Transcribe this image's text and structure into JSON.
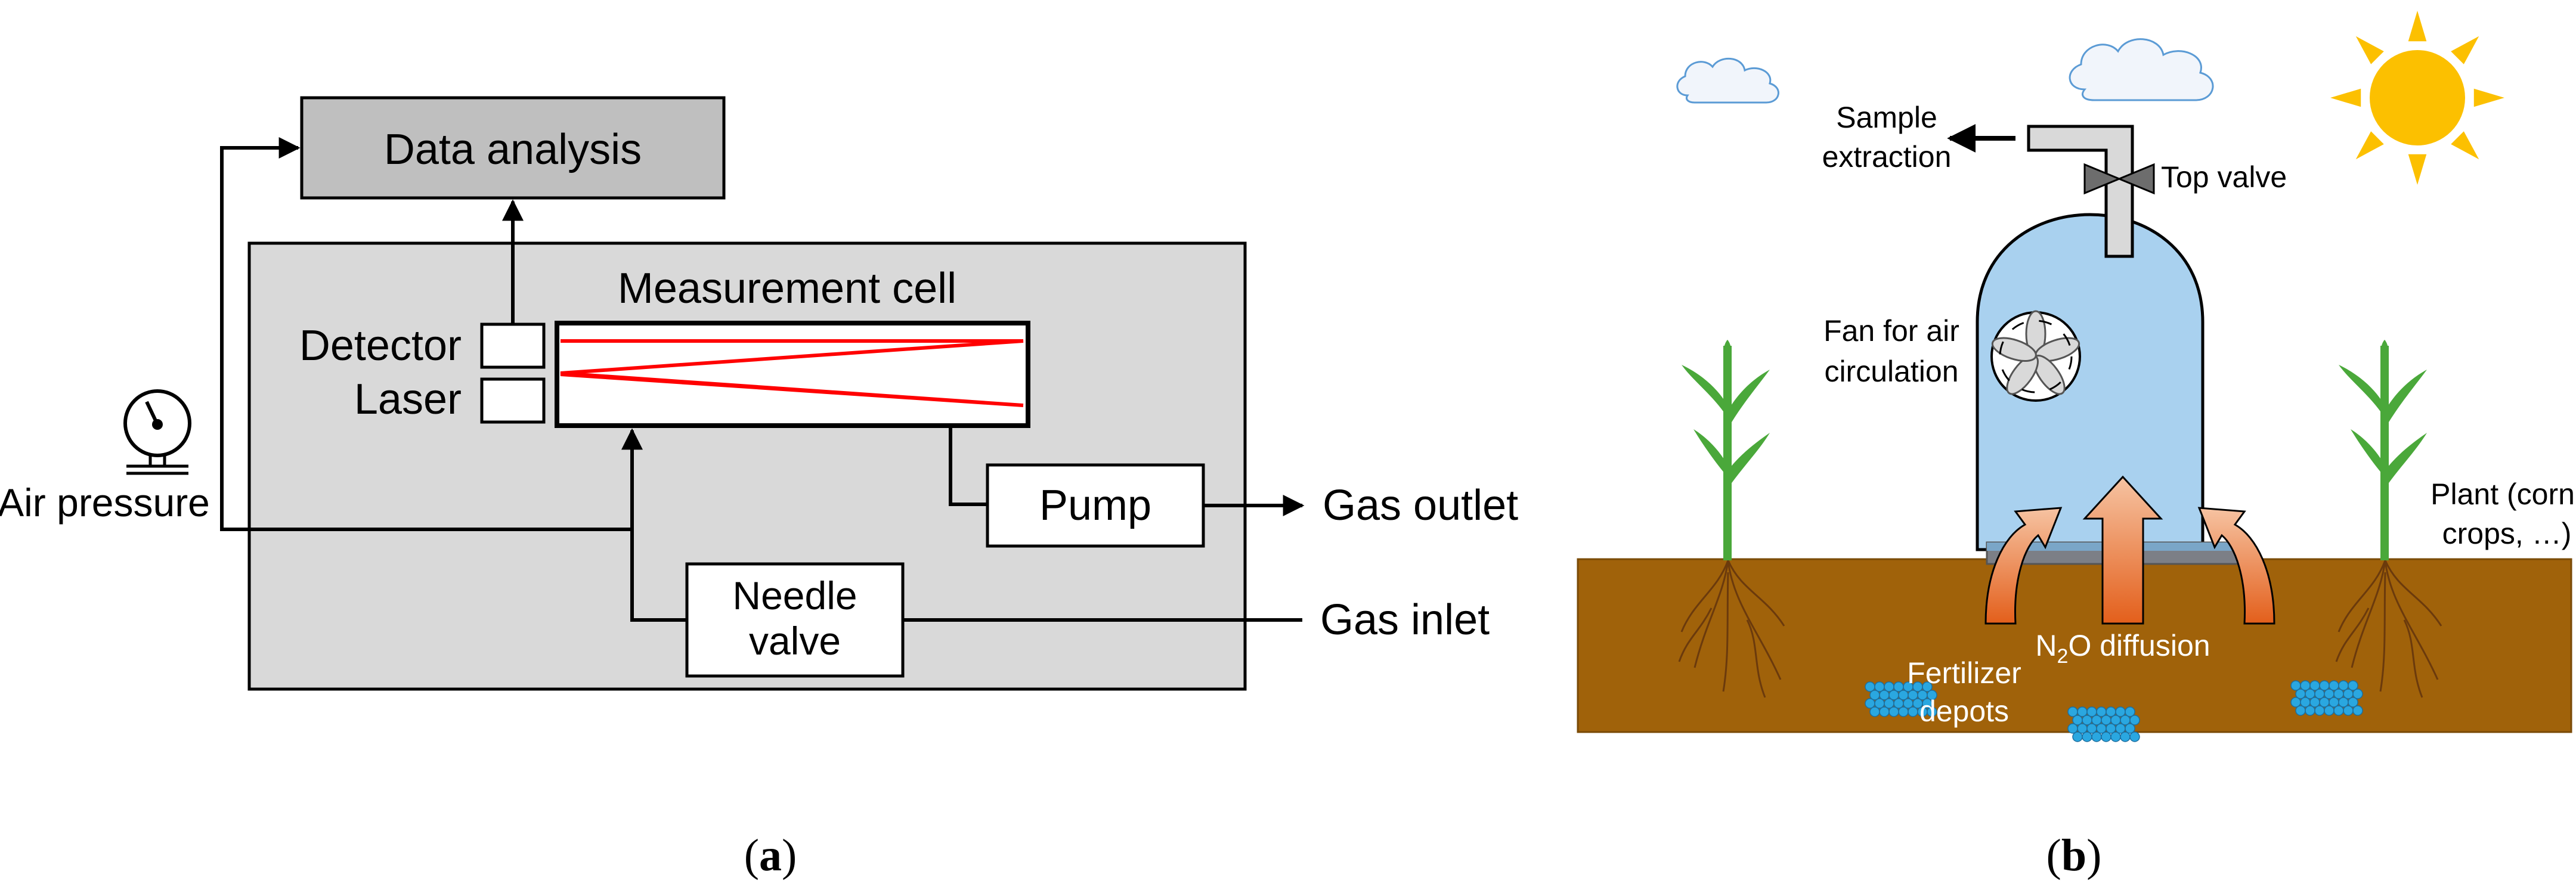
{
  "panel_a": {
    "data_analysis": "Data analysis",
    "measurement_cell": "Measurement cell",
    "detector": "Detector",
    "laser": "Laser",
    "pump": "Pump",
    "gas_outlet": "Gas outlet",
    "needle_valve_line1": "Needle",
    "needle_valve_line2": "valve",
    "gas_inlet": "Gas inlet",
    "air_pressure": "Air pressure",
    "caption_open": "(",
    "caption_letter": "a",
    "caption_close": ")"
  },
  "panel_b": {
    "sample_extraction_line1": "Sample",
    "sample_extraction_line2": "extraction",
    "top_valve": "Top valve",
    "fan_line1": "Fan for air",
    "fan_line2": "circulation",
    "plant_line1": "Plant (corn,",
    "plant_line2": "crops, …)",
    "n2o_prefix": "N",
    "n2o_sub": "2",
    "n2o_suffix": "O diffusion",
    "fertilizer_line1": "Fertilizer",
    "fertilizer_line2": "depots",
    "caption_open": "(",
    "caption_letter": "b",
    "caption_close": ")"
  },
  "colors": {
    "box_fill": "#d9d9d9",
    "box_dark": "#bfbfbf",
    "laser_red": "#ff0000",
    "soil": "#a0620a",
    "chamber": "#a9d1ef",
    "arrow_orange": "#e8702a",
    "plant_green": "#4aa83a",
    "sun": "#fcc000",
    "fertilizer": "#2aa7e0"
  }
}
